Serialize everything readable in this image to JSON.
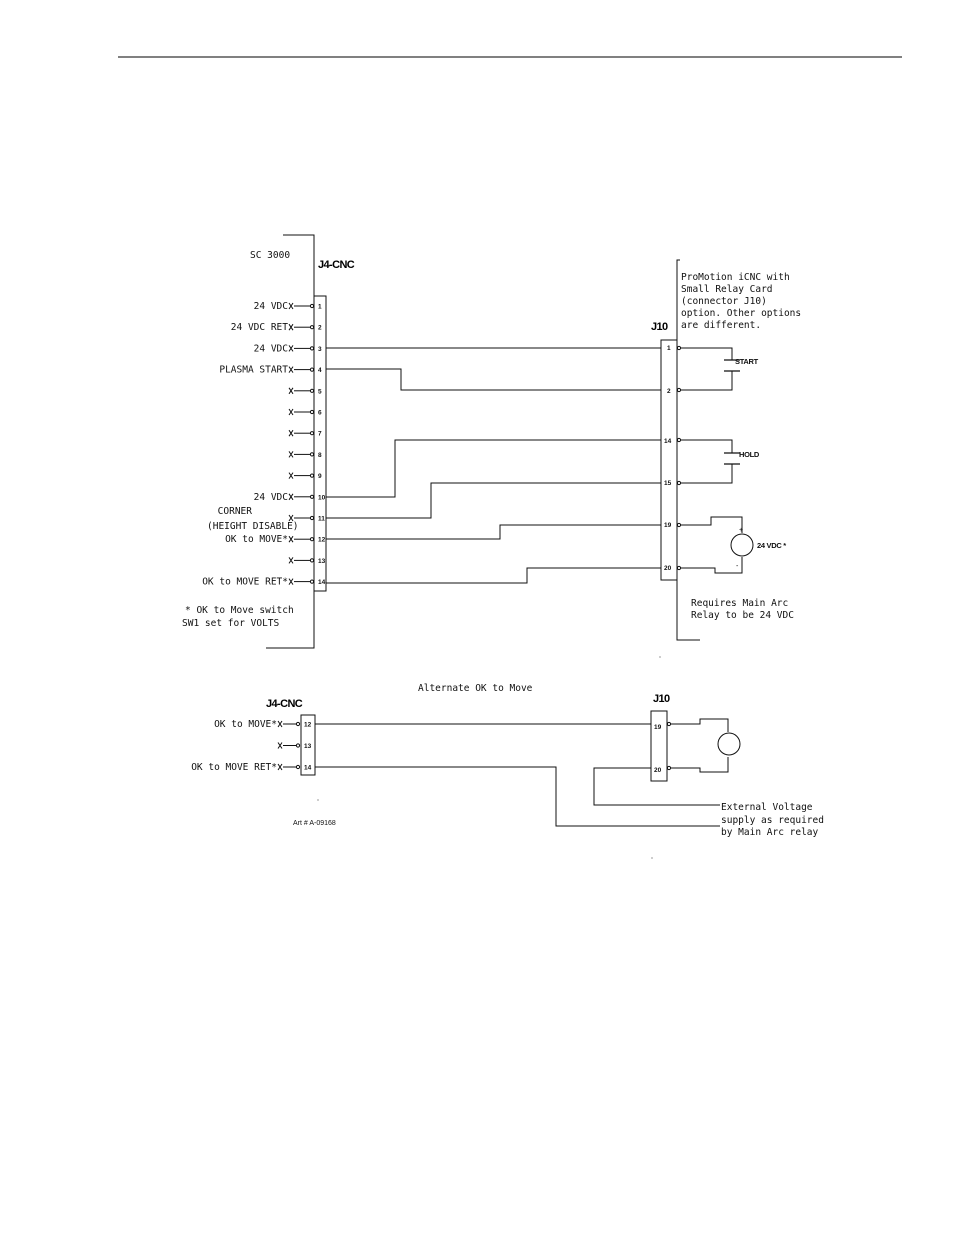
{
  "top_diagram": {
    "controller_label": "SC 3000",
    "connector_label": "J4-CNC",
    "j10_label": "J10",
    "promotion_note": [
      "ProMotion  iCNC with",
      "Small Relay Card",
      "(connector J10)",
      "option. Other options",
      "are different."
    ],
    "pin_labels": [
      {
        "pin": "1",
        "label": "24 VDC"
      },
      {
        "pin": "2",
        "label": "24 VDC RET"
      },
      {
        "pin": "3",
        "label": "24 VDC"
      },
      {
        "pin": "4",
        "label": "PLASMA START"
      },
      {
        "pin": "5",
        "label": ""
      },
      {
        "pin": "6",
        "label": ""
      },
      {
        "pin": "7",
        "label": ""
      },
      {
        "pin": "8",
        "label": ""
      },
      {
        "pin": "9",
        "label": ""
      },
      {
        "pin": "10",
        "label": "24 VDC"
      },
      {
        "pin": "11",
        "label": "CORNER"
      },
      {
        "pin": "12",
        "label": "OK to MOVE*"
      },
      {
        "pin": "13",
        "label": ""
      },
      {
        "pin": "14",
        "label": "OK to MOVE  RET*"
      }
    ],
    "corner_sub": "(HEIGHT DISABLE)",
    "j10_pins": [
      "1",
      "2",
      "14",
      "15",
      "19",
      "20"
    ],
    "start_label": "START",
    "hold_label": "HOLD",
    "supply_label": "24 VDC *",
    "plus_sign": "+",
    "minus_sign": "-",
    "footnote": [
      "* OK to Move switch",
      "SW1 set for VOLTS"
    ],
    "requires_note": [
      "Requires  Main Arc",
      "Relay to be 24 VDC"
    ]
  },
  "bottom_diagram": {
    "title": "Alternate OK to Move",
    "connector_label": "J4-CNC",
    "j10_label": "J10",
    "pin_labels": [
      {
        "pin": "12",
        "label": "OK to MOVE*"
      },
      {
        "pin": "13",
        "label": ""
      },
      {
        "pin": "14",
        "label": "OK to MOVE  RET*"
      }
    ],
    "j10_pins": [
      "19",
      "20"
    ],
    "external_note": [
      "External Voltage",
      "supply as required",
      "by Main Arc relay"
    ],
    "art_number": "Art # A-09168"
  }
}
